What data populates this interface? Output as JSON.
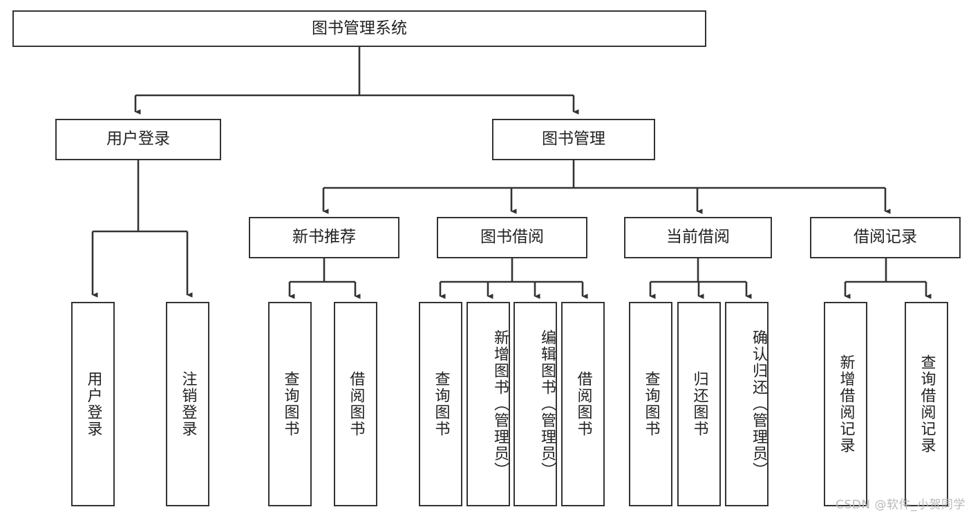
{
  "diagram": {
    "type": "tree-hierarchy",
    "title": "图书管理系统",
    "watermark": "CSDN @软件_小贺同学",
    "colors": {
      "box_border": "#333333",
      "box_fill": "#ffffff",
      "connector": "#333333",
      "text": "#222222",
      "watermark": "#b9b9b9",
      "background": "#ffffff"
    },
    "levels": [
      {
        "level": 1,
        "nodes": [
          {
            "id": "root",
            "label": "图书管理系统",
            "orientation": "horizontal"
          }
        ]
      },
      {
        "level": 2,
        "nodes": [
          {
            "id": "user-login",
            "label": "用户登录",
            "orientation": "horizontal"
          },
          {
            "id": "book-manage",
            "label": "图书管理",
            "orientation": "horizontal"
          }
        ]
      },
      {
        "level": 3,
        "nodes": [
          {
            "id": "new-book-recommend",
            "label": "新书推荐",
            "orientation": "horizontal"
          },
          {
            "id": "book-borrow",
            "label": "图书借阅",
            "orientation": "horizontal"
          },
          {
            "id": "current-borrow",
            "label": "当前借阅",
            "orientation": "horizontal"
          },
          {
            "id": "borrow-record",
            "label": "借阅记录",
            "orientation": "horizontal"
          }
        ]
      },
      {
        "level": 4,
        "nodes": [
          {
            "id": "leaf-user-login",
            "label": "用户登录",
            "orientation": "vertical",
            "parent": "user-login"
          },
          {
            "id": "leaf-user-logout",
            "label": "注销登录",
            "orientation": "vertical",
            "parent": "user-login"
          },
          {
            "id": "leaf-query-book-1",
            "label": "查询图书",
            "orientation": "vertical",
            "parent": "new-book-recommend"
          },
          {
            "id": "leaf-borrow-book-1",
            "label": "借阅图书",
            "orientation": "vertical",
            "parent": "new-book-recommend"
          },
          {
            "id": "leaf-query-book-2",
            "label": "查询图书",
            "orientation": "vertical",
            "parent": "book-borrow"
          },
          {
            "id": "leaf-add-book",
            "label": "新增图书（管理员）",
            "orientation": "vertical",
            "parent": "book-borrow"
          },
          {
            "id": "leaf-edit-book",
            "label": "编辑图书（管理员）",
            "orientation": "vertical",
            "parent": "book-borrow"
          },
          {
            "id": "leaf-borrow-book-2",
            "label": "借阅图书",
            "orientation": "vertical",
            "parent": "book-borrow"
          },
          {
            "id": "leaf-query-book-3",
            "label": "查询图书",
            "orientation": "vertical",
            "parent": "current-borrow"
          },
          {
            "id": "leaf-return-book",
            "label": "归还图书",
            "orientation": "vertical",
            "parent": "current-borrow"
          },
          {
            "id": "leaf-confirm-return",
            "label": "确认归还（管理员）",
            "orientation": "vertical",
            "parent": "current-borrow"
          },
          {
            "id": "leaf-add-record",
            "label": "新增借阅记录",
            "orientation": "vertical",
            "parent": "borrow-record"
          },
          {
            "id": "leaf-query-record",
            "label": "查询借阅记录",
            "orientation": "vertical",
            "parent": "borrow-record"
          }
        ]
      }
    ]
  }
}
